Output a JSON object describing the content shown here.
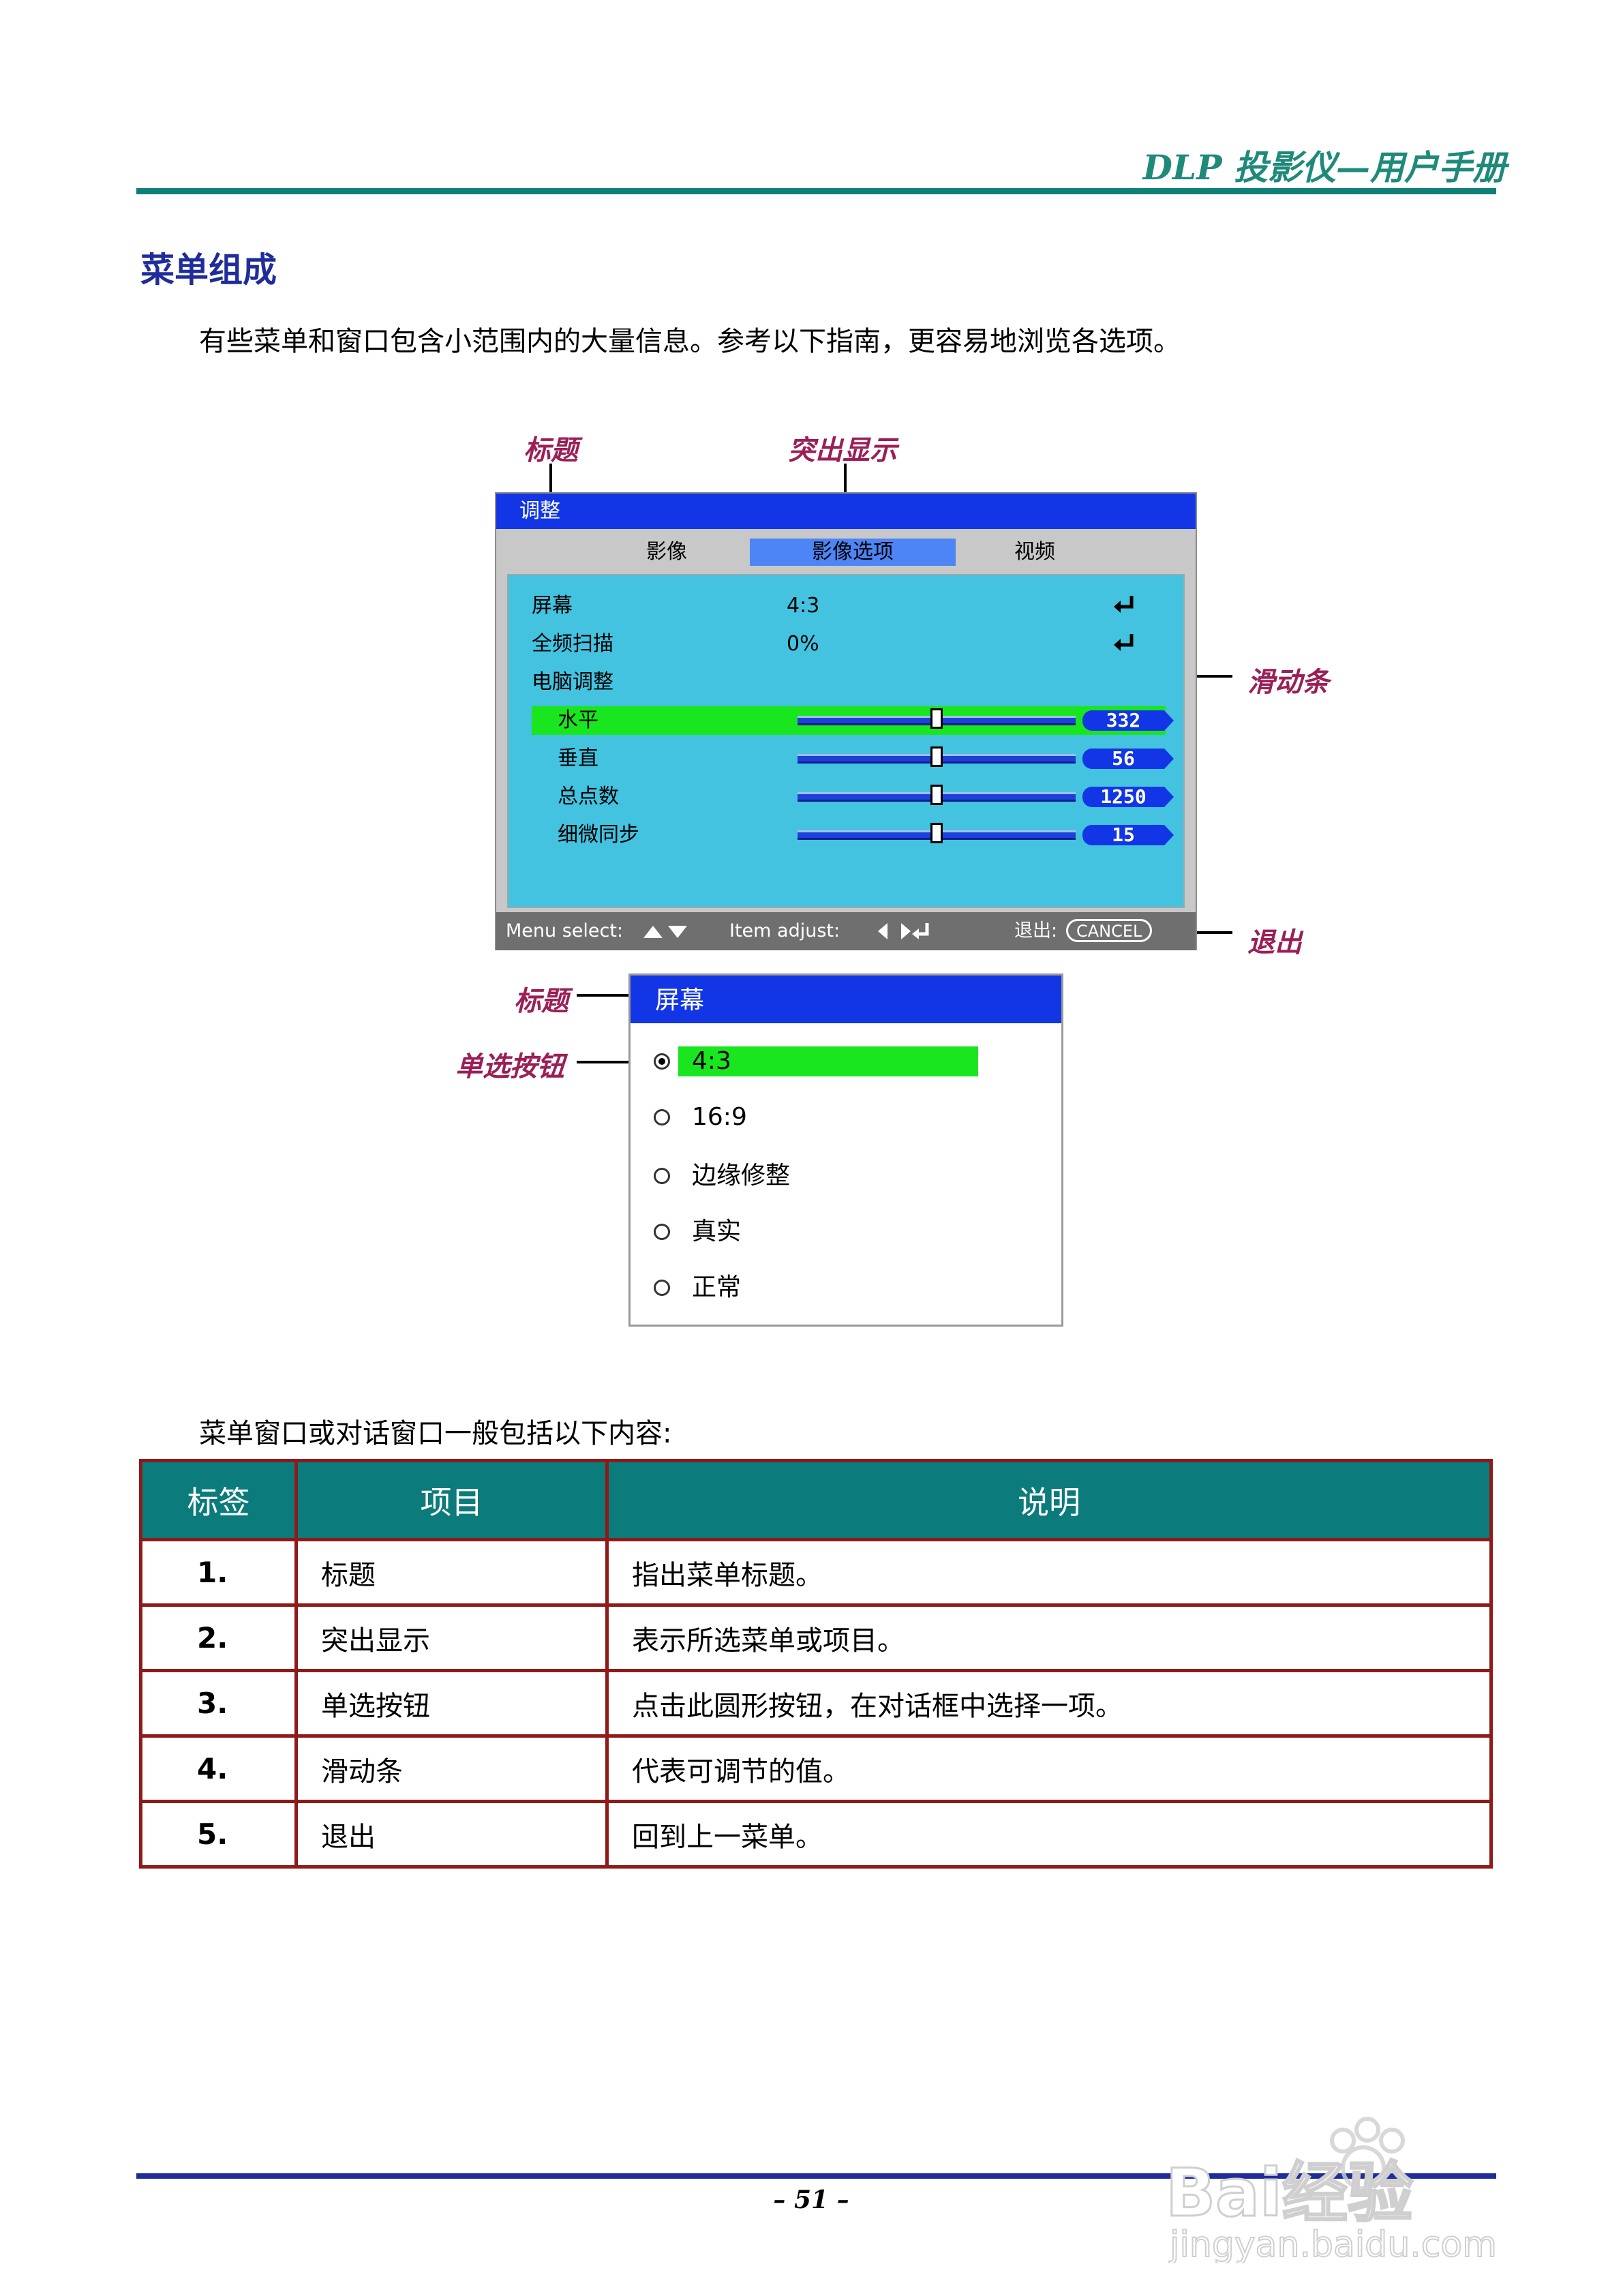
{
  "header": {
    "running_head": "DLP 投影仪—用户手册"
  },
  "section": {
    "title": "菜单组成",
    "intro": "有些菜单和窗口包含小范围内的大量信息。参考以下指南，更容易地浏览各选项。"
  },
  "callouts": {
    "title_top": "标题",
    "highlight": "突出显示",
    "slider": "滑动条",
    "exit": "退出",
    "title_dialog": "标题",
    "radio": "单选按钮"
  },
  "osd": {
    "title": "调整",
    "tabs": [
      "影像",
      "影像选项",
      "视频"
    ],
    "rows": [
      {
        "label": "屏幕",
        "value": "4:3"
      },
      {
        "label": "全频扫描",
        "value": "0%"
      },
      {
        "label": "电脑调整"
      },
      {
        "label": "水平",
        "value": "332",
        "level": 0.5
      },
      {
        "label": "垂直",
        "value": "56",
        "level": 0.5
      },
      {
        "label": "总点数",
        "value": "1250",
        "level": 0.5
      },
      {
        "label": "细微同步",
        "value": "15",
        "level": 0.5
      }
    ],
    "footer": {
      "menu_select": "Menu select:",
      "item_adjust": "Item adjust:",
      "exit_label": "退出:",
      "cancel": "CANCEL"
    }
  },
  "dialog": {
    "title": "屏幕",
    "options": [
      "4:3",
      "16:9",
      "边缘修整",
      "真实",
      "正常"
    ],
    "selected": 0
  },
  "table_intro": "菜单窗口或对话窗口一般包括以下内容:",
  "table": {
    "headers": [
      "标签",
      "项目",
      "说明"
    ],
    "rows": [
      [
        "1.",
        "标题",
        "指出菜单标题。"
      ],
      [
        "2.",
        "突出显示",
        "表示所选菜单或项目。"
      ],
      [
        "3.",
        "单选按钮",
        "点击此圆形按钮，在对话框中选择一项。"
      ],
      [
        "4.",
        "滑动条",
        "代表可调节的值。"
      ],
      [
        "5.",
        "退出",
        "回到上一菜单。"
      ]
    ]
  },
  "page_number": "– 51 –",
  "watermark": {
    "brand": "Bai经验",
    "url": "jingyan.baidu.com"
  },
  "colors": {
    "teal": "#0b7b7b",
    "osd_blue": "#1236e6",
    "highlight_green": "#19e61e",
    "osd_body": "#43c3e0",
    "callout": "#9b1f57",
    "table_border": "#8f1a1a"
  }
}
